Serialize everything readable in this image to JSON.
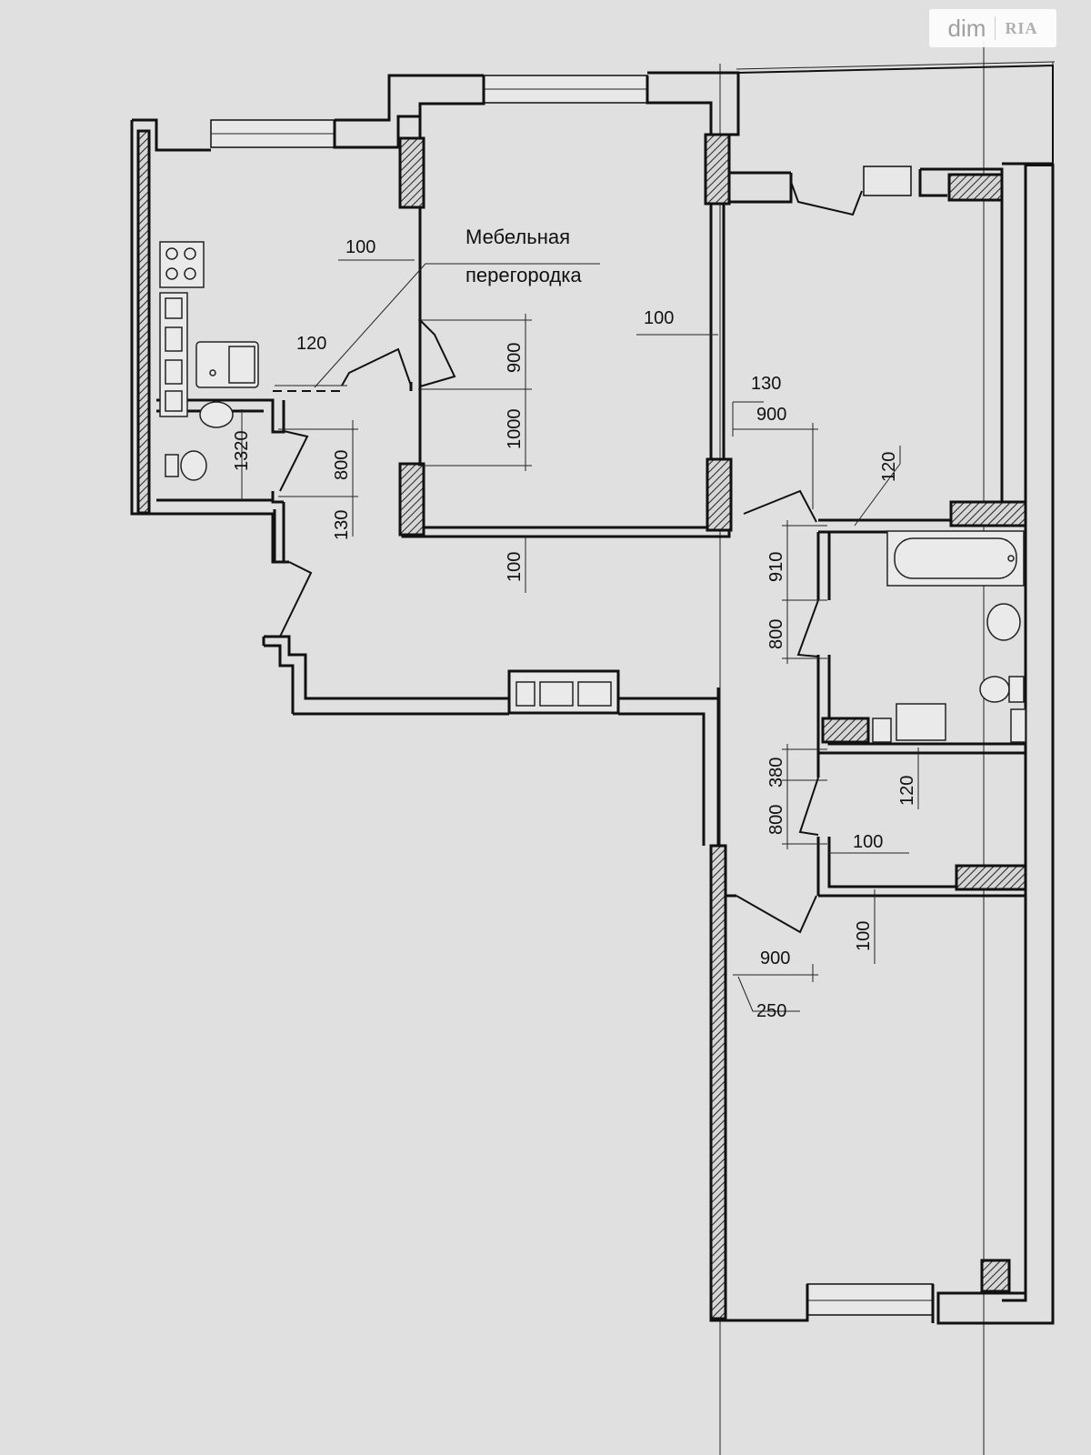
{
  "watermark": {
    "left": "dim",
    "right": "RIA"
  },
  "label": {
    "line1": "Мебельная",
    "line2": "перегородка"
  },
  "dims": {
    "d100_kitchen": "100",
    "d120_kitchen": "120",
    "d1320": "1320",
    "d800_wc": "800",
    "d130_wc": "130",
    "d900_a": "900",
    "d1000": "1000",
    "d100_room": "100",
    "d100_hall": "100",
    "d130_right": "130",
    "d900_right": "900",
    "d120_right": "120",
    "d910": "910",
    "d800_bath": "800",
    "d380": "380",
    "d800_storage": "800",
    "d120_storage": "120",
    "d100_storage": "100",
    "d900_bottom": "900",
    "d100_bottom": "100",
    "d250": "250"
  },
  "colors": {
    "paper": "#dfe0df",
    "ink": "#111111"
  }
}
